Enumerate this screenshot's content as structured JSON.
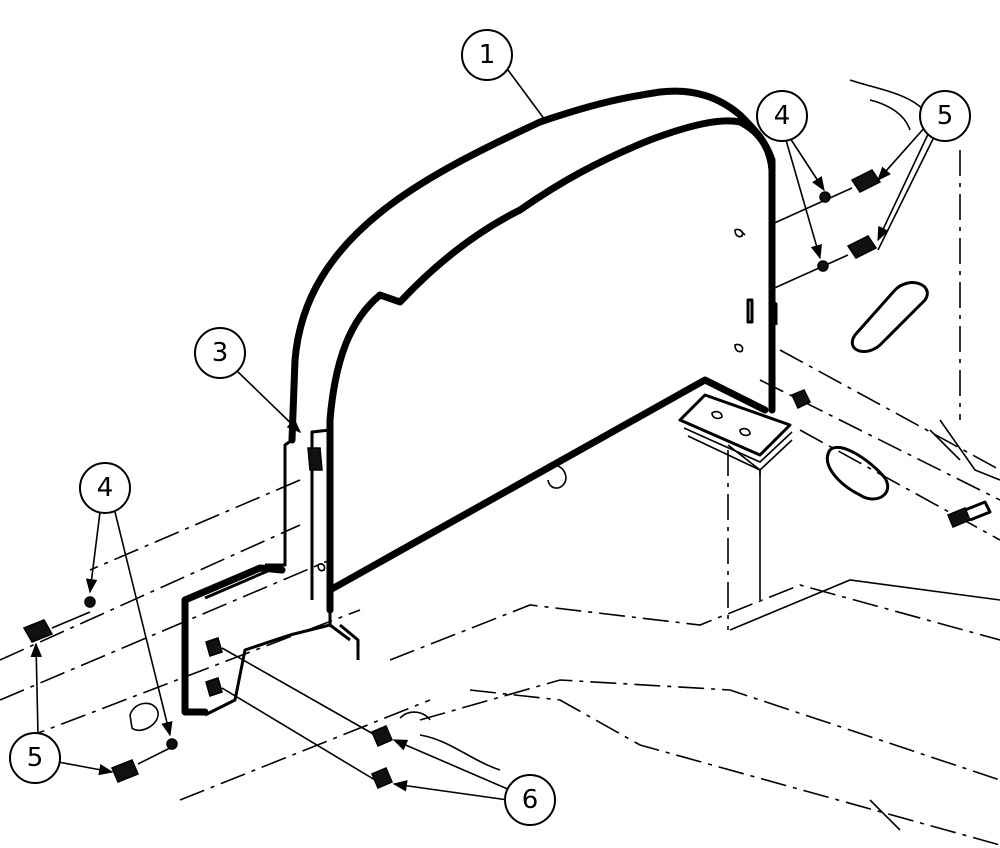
{
  "callouts": [
    {
      "id": "1",
      "label": "1"
    },
    {
      "id": "3",
      "label": "3"
    },
    {
      "id": "4a",
      "label": "4"
    },
    {
      "id": "4b",
      "label": "4"
    },
    {
      "id": "5a",
      "label": "5"
    },
    {
      "id": "5b",
      "label": "5"
    },
    {
      "id": "6",
      "label": "6"
    }
  ]
}
